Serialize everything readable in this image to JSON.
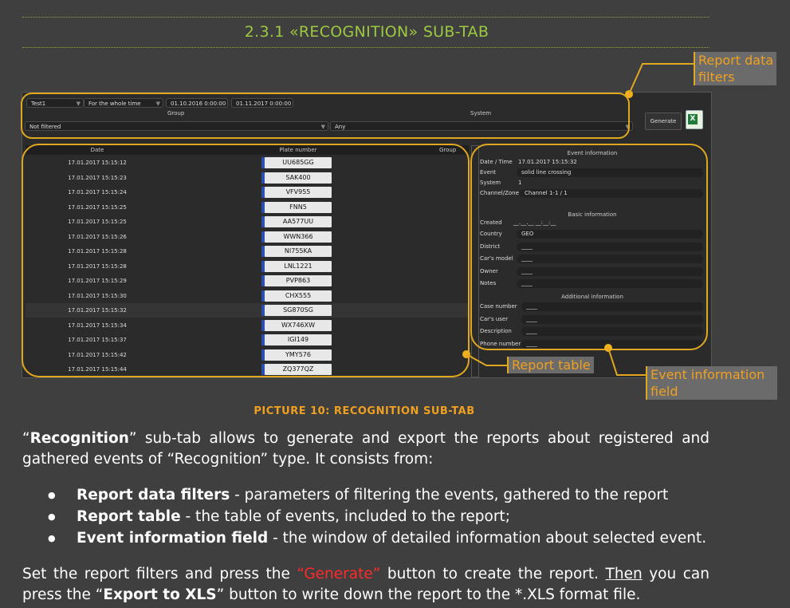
{
  "section_title": "2.3.1  «RECOGNITION» SUB-TAB",
  "screenshot": {
    "filters": {
      "test_select": "Test1",
      "period_select": "For the whole time",
      "date_from": "01.10.2016 0:00:00",
      "date_to": "01.11.2017 0:00:00",
      "group_label": "Group",
      "system_label": "System",
      "filter_select": "Not filtered",
      "system_select": "Any",
      "generate_label": "Generate"
    },
    "table": {
      "headers": [
        "Date",
        "Plate number",
        "Group"
      ],
      "rows": [
        {
          "date": "17.01.2017 15:15:12",
          "plate": "UU685GG"
        },
        {
          "date": "17.01.2017 15:15:23",
          "plate": "SAK400"
        },
        {
          "date": "17.01.2017 15:15:24",
          "plate": "VFV955"
        },
        {
          "date": "17.01.2017 15:15:25",
          "plate": "FNN5"
        },
        {
          "date": "17.01.2017 15:15:25",
          "plate": "AA577UU"
        },
        {
          "date": "17.01.2017 15:15:26",
          "plate": "WWN366"
        },
        {
          "date": "17.01.2017 15:15:28",
          "plate": "NI755KA"
        },
        {
          "date": "17.01.2017 15:15:28",
          "plate": "LNL1221"
        },
        {
          "date": "17.01.2017 15:15:29",
          "plate": "PVP863"
        },
        {
          "date": "17.01.2017 15:15:30",
          "plate": "CHX555"
        },
        {
          "date": "17.01.2017 15:15:32",
          "plate": "SG870SG"
        },
        {
          "date": "17.01.2017 15:15:34",
          "plate": "WX746XW"
        },
        {
          "date": "17.01.2017 15:15:37",
          "plate": "IGI149"
        },
        {
          "date": "17.01.2017 15:15:42",
          "plate": "YMY576"
        },
        {
          "date": "17.01.2017 15:15:44",
          "plate": "ZQ377QZ"
        }
      ]
    },
    "event_info": {
      "title": "Event information",
      "datetime_label": "Date / Time",
      "datetime_value": "17.01.2017 15:15:32",
      "event_label": "Event",
      "event_value": "solid line crossing",
      "system_label": "System",
      "system_value": "1",
      "channel_label": "Channel/Zone",
      "channel_value": "Channel 1-1 / 1",
      "basic_title": "Basic information",
      "created_label": "Created",
      "created_value": "__.__.__ __:__:__",
      "country_label": "Country",
      "country_value": "GEO",
      "district_label": "District",
      "carmodel_label": "Car's model",
      "owner_label": "Owner",
      "notes_label": "Notes",
      "additional_title": "Additional information",
      "case_label": "Case number",
      "caruser_label": "Car's user",
      "description_label": "Description",
      "phone_label": "Phone number",
      "blank": "____"
    }
  },
  "callouts": {
    "filters_line1": "Report data",
    "filters_line2": "filters",
    "table": "Report table",
    "event_line1": "Event information",
    "event_line2": "field"
  },
  "caption": "PICTURE 10: RECOGNITION SUB-TAB",
  "intro": {
    "quote_open": "“",
    "term": "Recognition",
    "rest": "” sub-tab allows to generate and export the reports about registered and gathered events of “Recognition” type. It consists from:"
  },
  "bullets": [
    {
      "term": "Report data filters",
      "text": " - parameters of filtering the events, gathered to the report"
    },
    {
      "term": "Report table",
      "text": " - the table of events, included to the report;"
    },
    {
      "term": "Event information field",
      "text": " - the window of detailed information about selected event."
    }
  ],
  "outro": {
    "p1": "Set the report filters and press the ",
    "generate": "“Generate”",
    "p2": " button to create the report. ",
    "then": "Then",
    "p3": " you can press the “",
    "export": "Export to XLS",
    "p4": "” button to write down the report to the *.XLS format file."
  }
}
